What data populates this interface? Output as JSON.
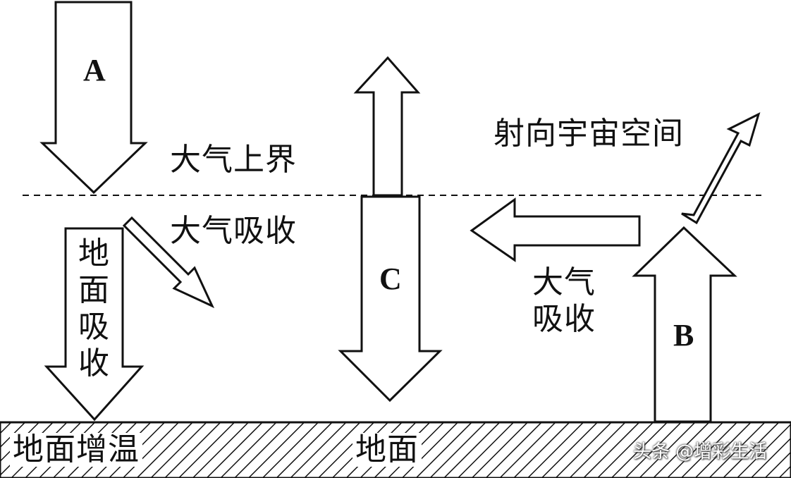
{
  "diagram": {
    "arrow_labels": {
      "a": "A",
      "b": "B",
      "c": "C"
    },
    "atmosphere_top_label": "大气上界",
    "absorbed_left_label": "大气吸收",
    "ground_absorb_lines": [
      "地",
      "面",
      "吸",
      "收"
    ],
    "to_space_label": "射向宇宙空间",
    "absorbed_right_lines": [
      "大气",
      "吸收"
    ],
    "ground_warming_label": "地面增温",
    "ground_label": "地面",
    "watermark": "头条 @增彩生活"
  }
}
